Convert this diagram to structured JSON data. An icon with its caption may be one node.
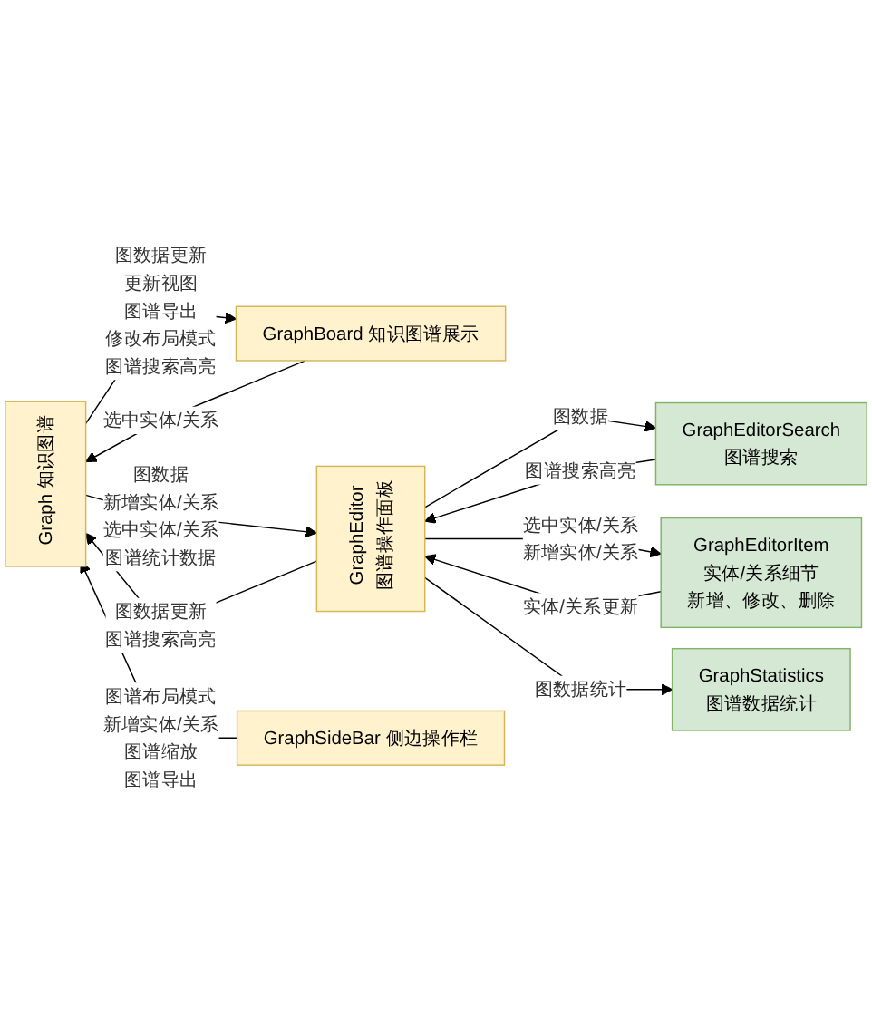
{
  "diagram": {
    "nodes": [
      {
        "text": [
          "Graph 知识图谱"
        ]
      },
      {
        "text": [
          "GraphBoard 知识图谱展示"
        ]
      },
      {
        "text": [
          "GraphEditor",
          "图谱操作面板"
        ]
      },
      {
        "text": [
          "GraphEditorSearch",
          "图谱搜索"
        ]
      },
      {
        "text": [
          "GraphEditorItem",
          "实体/关系细节",
          "新增、修改、删除"
        ]
      },
      {
        "text": [
          "GraphStatistics",
          "图谱数据统计"
        ]
      },
      {
        "text": [
          "GraphSideBar 侧边操作栏"
        ]
      }
    ],
    "edges": [
      {
        "from": 0,
        "to": 1,
        "arrow": "to",
        "label": "图数据更新更新视图图谱导出修改布局模式图谱搜索高亮"
      },
      {
        "from": 1,
        "to": 0,
        "arrow": "to",
        "label": "选中实体/关系"
      },
      {
        "from": 0,
        "to": 2,
        "arrow": "to",
        "label": "图数据新增实体/关系选中实体/关系图谱统计数据"
      },
      {
        "from": 2,
        "to": 0,
        "arrow": "to",
        "label": "图数据更新图谱搜索高亮"
      },
      {
        "from": 2,
        "to": 3,
        "arrow": "to",
        "label": "图数据"
      },
      {
        "from": 3,
        "to": 2,
        "arrow": "to",
        "label": "图谱搜索高亮"
      },
      {
        "from": 2,
        "to": 4,
        "arrow": "to",
        "label": "选中实体/关系新增实体/关系"
      },
      {
        "from": 4,
        "to": 2,
        "arrow": "to",
        "label": "实体/关系更新"
      },
      {
        "from": 2,
        "to": 5,
        "arrow": "to",
        "label": "图数据统计"
      },
      {
        "from": 6,
        "to": 0,
        "arrow": "to",
        "label": "图谱布局模式新增实体/关系图谱缩放图谱导出"
      }
    ]
  }
}
